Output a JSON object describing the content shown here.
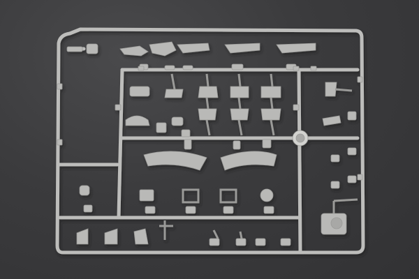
{
  "photo": {
    "subject": "plastic-model-sprue",
    "colors": {
      "background": "#3a3a3c",
      "plastic": "#b9b9b7",
      "plastic_shadow": "#8d8d8b",
      "plastic_highlight": "#d3d3d0"
    },
    "parts": [
      "sensor-block",
      "gun-mount",
      "gun-mount",
      "gun-mount",
      "gun-mount",
      "gun-mount",
      "bracket",
      "bracket",
      "hatch-plate",
      "hatch-plate",
      "hatch-plate",
      "hatch-plate",
      "hatch-plate",
      "hatch-plate",
      "mount-arm",
      "mount-arm",
      "mount-arm",
      "mount-arm",
      "fender-curve",
      "fender-curve",
      "valve-wheel",
      "valve-wheel",
      "box-part",
      "round-part",
      "small-pin",
      "small-pin",
      "small-pin",
      "small-pin",
      "small-pin",
      "small-pin",
      "small-pin",
      "side-hook",
      "side-hook",
      "side-hook",
      "side-hook",
      "side-hook",
      "side-hook",
      "side-clamp",
      "turret-periscope",
      "round-hub"
    ]
  }
}
